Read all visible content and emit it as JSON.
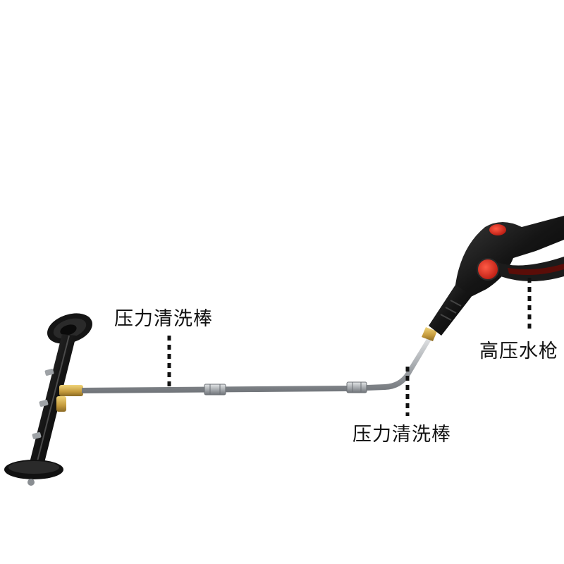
{
  "labels": {
    "left_wand": "压力清洗棒",
    "middle_wand": "压力清洗棒",
    "spray_gun": "高压水枪"
  },
  "colors": {
    "gun_body": "#1a1a1a",
    "gun_button": "#e0261b",
    "wand_metal": "#b9bcc0",
    "brass": "#c8a24a",
    "wheel": "#141414",
    "dotted_line": "#111111"
  }
}
